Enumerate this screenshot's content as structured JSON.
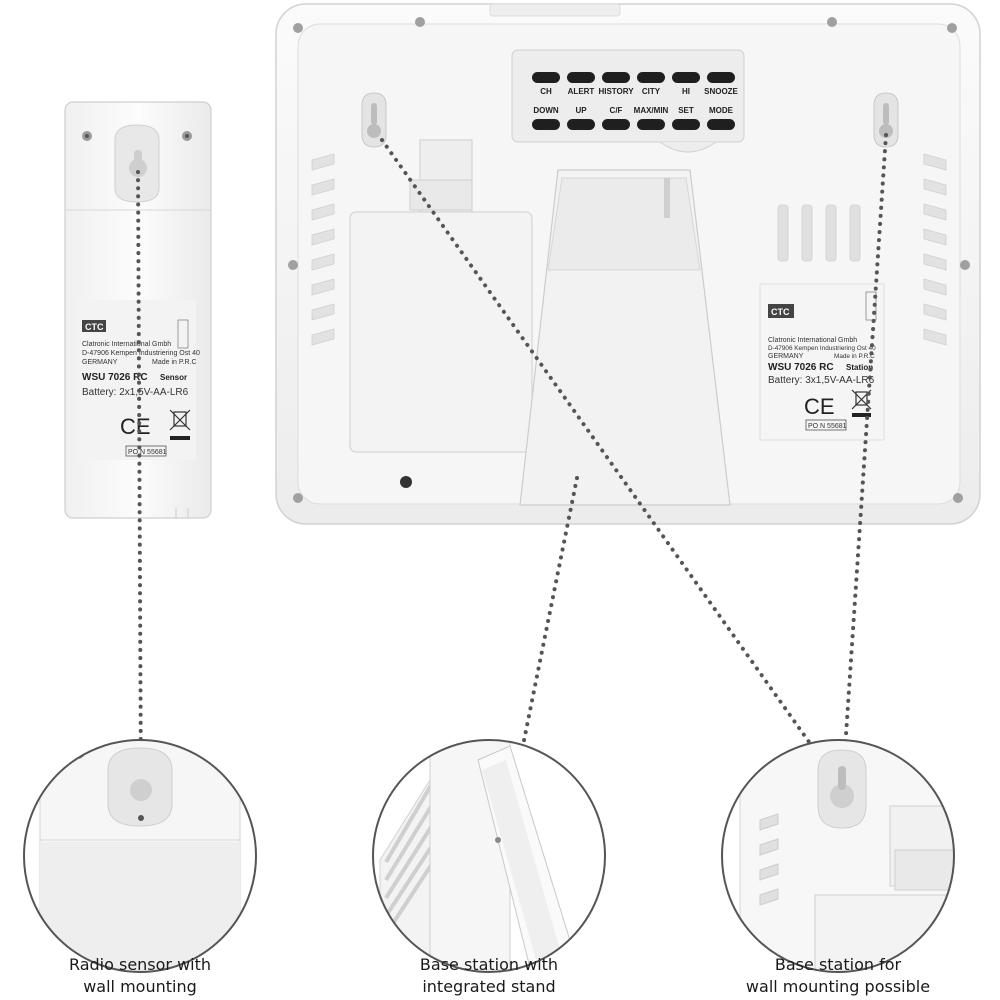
{
  "base_station": {
    "buttons_top": [
      "CH",
      "ALERT",
      "HISTORY",
      "CITY",
      "HI",
      "SNOOZE"
    ],
    "buttons_bottom": [
      "DOWN",
      "UP",
      "C/F",
      "MAX/MIN",
      "SET",
      "MODE"
    ],
    "label": {
      "logo": "CTC",
      "manufacturer": "Clatronic International Gmbh",
      "address": "D-47906 Kempen Industriering Ost 40",
      "country": "GERMANY",
      "made_in": "Made in P.R.C",
      "model": "WSU 7026 RC",
      "type": "Station",
      "battery": "Battery: 3x1,5V-AA-LR6",
      "ce": "CE",
      "po": "PO N 55681"
    }
  },
  "sensor": {
    "label": {
      "logo": "CTC",
      "manufacturer": "Clatronic International Gmbh",
      "address": "D-47906 Kempen Industriering Ost 40",
      "country": "GERMANY",
      "made_in": "Made in P.R.C",
      "model": "WSU 7026 RC",
      "type": "Sensor",
      "battery": "Battery: 2x1,5V-AA-LR6",
      "ce": "CE",
      "po": "PO N 55681"
    }
  },
  "captions": {
    "sensor_line1": "Radio sensor with",
    "sensor_line2": "wall mounting",
    "stand_line1": "Base station with",
    "stand_line2": "integrated stand",
    "wall_line1": "Base station for",
    "wall_line2": "wall mounting possible"
  }
}
